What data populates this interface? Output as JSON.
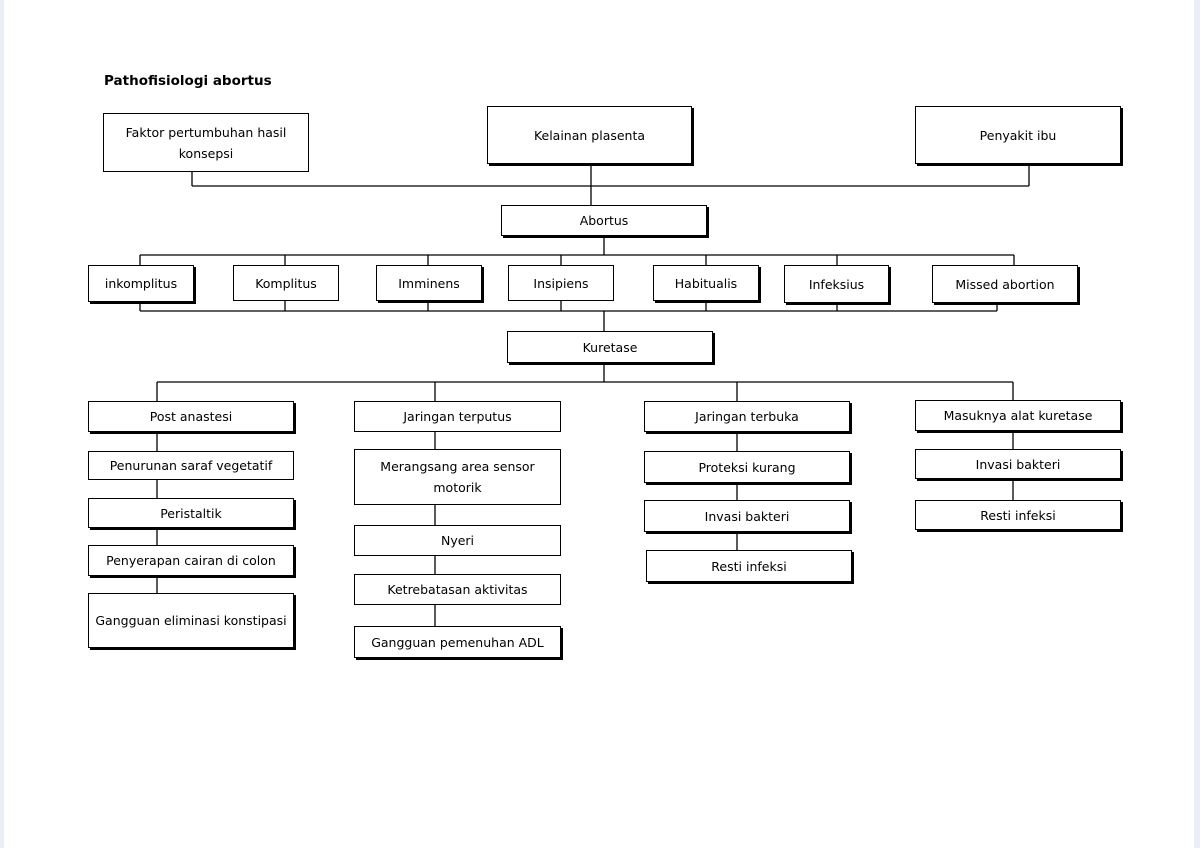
{
  "title": "Pathofisiologi abortus",
  "causes": [
    "Faktor pertumbuhan hasil konsepsi",
    "Kelainan plasenta",
    "Penyakit ibu"
  ],
  "abortus": "Abortus",
  "types": [
    "inkomplitus",
    "Komplitus",
    "Imminens",
    "Insipiens",
    "Habitualis",
    "Infeksius",
    "Missed abortion"
  ],
  "kuretase": "Kuretase",
  "branch1": [
    "Post anastesi",
    "Penurunan saraf vegetatif",
    "Peristaltik",
    "Penyerapan cairan di colon",
    "Gangguan eliminasi konstipasi"
  ],
  "branch2": [
    "Jaringan terputus",
    "Merangsang area sensor motorik",
    "Nyeri",
    "Ketrebatasan aktivitas",
    "Gangguan pemenuhan ADL"
  ],
  "branch3": [
    "Jaringan terbuka",
    "Proteksi kurang",
    "Invasi bakteri",
    "Resti infeksi"
  ],
  "branch4": [
    "Masuknya alat kuretase",
    "Invasi bakteri",
    "Resti infeksi"
  ]
}
